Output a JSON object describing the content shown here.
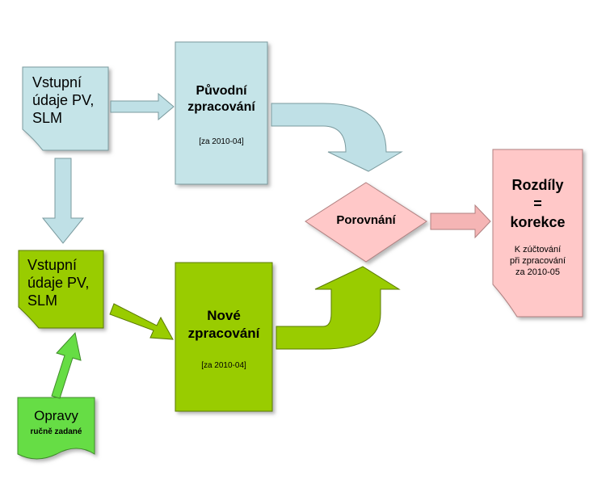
{
  "colors": {
    "light_blue": "#c5e4e8",
    "blue_arrow": "#bfe0e6",
    "green": "#99cc00",
    "bright_green": "#66dd44",
    "pink": "#ffc8c8",
    "pink_arrow": "#f5b5b5"
  },
  "input_top": {
    "lines": [
      "Vstupní",
      "údaje PV,",
      "SLM"
    ]
  },
  "input_bottom": {
    "lines": [
      "Vstupní",
      "údaje PV,",
      "SLM"
    ]
  },
  "original": {
    "title_lines": [
      "Původní",
      "zpracování"
    ],
    "period": "[za 2010-04]"
  },
  "new": {
    "title_lines": [
      "Nové",
      "zpracování"
    ],
    "period": "[za 2010-04]"
  },
  "corrections": {
    "title": "Opravy",
    "subtitle": "ručně zadané"
  },
  "compare": {
    "label": "Porovnání"
  },
  "result": {
    "title_lines": [
      "Rozdíly",
      "=",
      "korekce"
    ],
    "note_lines": [
      "K zúčtování",
      "při zpracování",
      "za 2010-05"
    ]
  }
}
